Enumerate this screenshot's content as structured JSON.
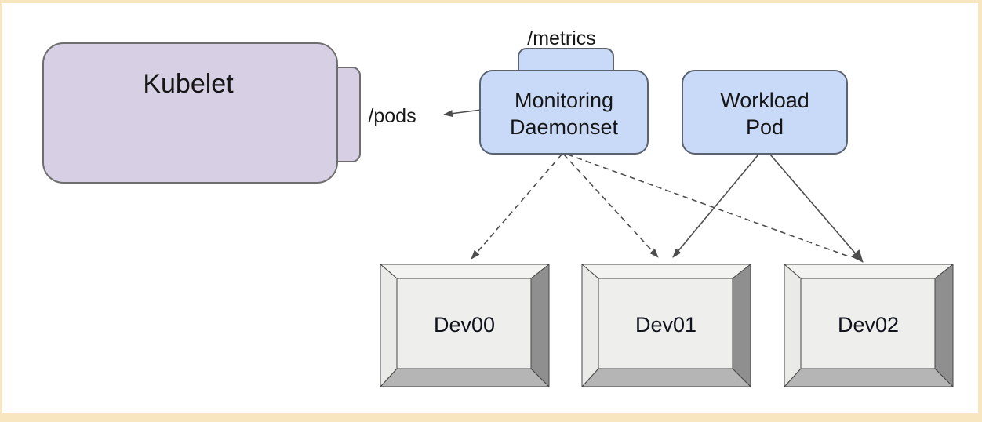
{
  "frame": {
    "border_color": "#f7e6bf",
    "background": "#ffffff"
  },
  "nodes": {
    "kubelet": {
      "label": "Kubelet",
      "fill": "#d7cfe4",
      "stroke": "#6e6e6e"
    },
    "monitoring_daemonset": {
      "line1": "Monitoring",
      "line2": "Daemonset",
      "fill": "#c9daf8",
      "stroke": "#5c6370"
    },
    "workload_pod": {
      "line1": "Workload",
      "line2": "Pod",
      "fill": "#c9daf8",
      "stroke": "#5c6370"
    },
    "devices": [
      {
        "label": "Dev00"
      },
      {
        "label": "Dev01"
      },
      {
        "label": "Dev02"
      }
    ]
  },
  "labels": {
    "metrics_endpoint": "/metrics",
    "pods_endpoint": "/pods"
  },
  "edges": [
    {
      "from": "monitoring_daemonset",
      "to": "kubelet",
      "style": "solid",
      "via": "/pods"
    },
    {
      "from": "monitoring_daemonset",
      "to": "Dev00",
      "style": "dashed"
    },
    {
      "from": "monitoring_daemonset",
      "to": "Dev01",
      "style": "dashed"
    },
    {
      "from": "monitoring_daemonset",
      "to": "Dev02",
      "style": "dashed"
    },
    {
      "from": "workload_pod",
      "to": "Dev01",
      "style": "solid"
    },
    {
      "from": "workload_pod",
      "to": "Dev02",
      "style": "solid"
    }
  ],
  "colors": {
    "edge": "#4d4d4d",
    "dev_face": "#eeeeec",
    "dev_top": "#f3f3f1",
    "dev_left": "#eaeae8",
    "dev_right": "#8f8f8f",
    "dev_bottom": "#b5b5b5"
  }
}
